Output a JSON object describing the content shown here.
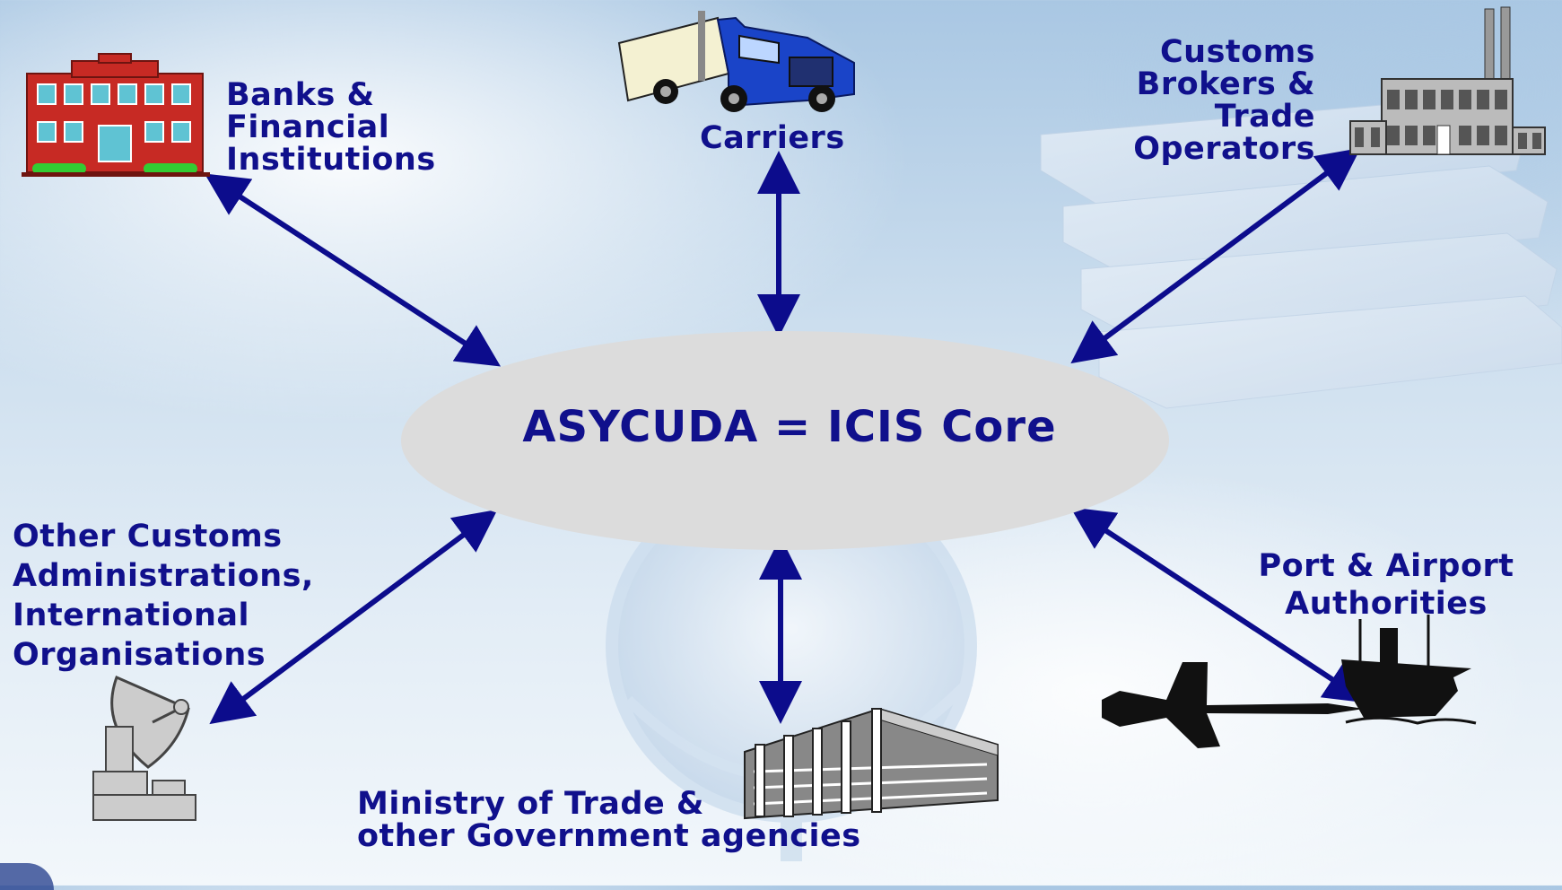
{
  "center": {
    "label": "ASYCUDA = ICIS Core"
  },
  "nodes": {
    "banks": {
      "label": "Banks &\nFinancial\nInstitutions",
      "icon": "bank-building-icon"
    },
    "carriers": {
      "label": "Carriers",
      "icon": "truck-icon"
    },
    "brokers": {
      "label": "Customs\nBrokers &\nTrade\nOperators",
      "icon": "factory-icon"
    },
    "other_customs": {
      "label": "Other Customs\nAdministrations,\nInternational\nOrganisations",
      "icon": "satellite-dish-icon"
    },
    "ministry": {
      "label": "Ministry of Trade  &\nother Government agencies",
      "icon": "government-building-icon"
    },
    "port": {
      "label": "Port & Airport\nAuthorities",
      "icon": "ship-and-airplane-icon"
    }
  },
  "colors": {
    "text": "#10108c",
    "arrow": "#0c0c8c",
    "ellipse": "#dcdcdc"
  }
}
